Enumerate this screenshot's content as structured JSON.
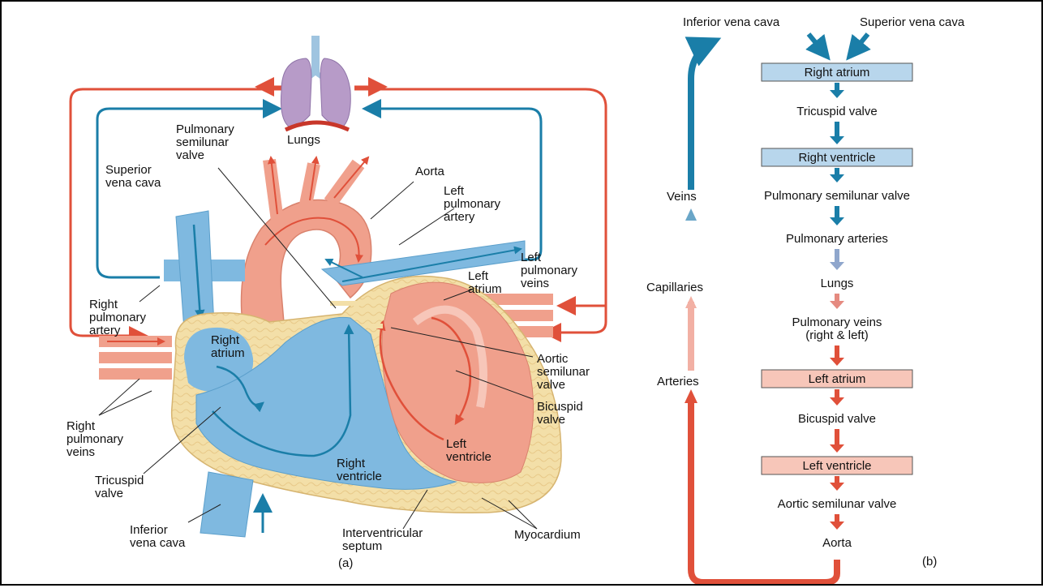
{
  "panel_a": {
    "caption": "(a)",
    "labels": {
      "lungs": "Lungs",
      "pulmonary_semilunar_valve": [
        "Pulmonary",
        "semilunar",
        "valve"
      ],
      "superior_vena_cava": [
        "Superior",
        "vena cava"
      ],
      "aorta": "Aorta",
      "left_pulmonary_artery": [
        "Left",
        "pulmonary",
        "artery"
      ],
      "left_pulmonary_veins": [
        "Left",
        "pulmonary",
        "veins"
      ],
      "left_atrium": [
        "Left",
        "atrium"
      ],
      "right_pulmonary_artery": [
        "Right",
        "pulmonary",
        "artery"
      ],
      "right_atrium": [
        "Right",
        "atrium"
      ],
      "aortic_semilunar_valve": [
        "Aortic",
        "semilunar",
        "valve"
      ],
      "bicuspid_valve": [
        "Bicuspid",
        "valve"
      ],
      "right_pulmonary_veins": [
        "Right",
        "pulmonary",
        "veins"
      ],
      "left_ventricle": [
        "Left",
        "ventricle"
      ],
      "tricuspid_valve": [
        "Tricuspid",
        "valve"
      ],
      "right_ventricle": [
        "Right",
        "ventricle"
      ],
      "inferior_vena_cava": [
        "Inferior",
        "vena cava"
      ],
      "interventricular_septum": [
        "Interventricular",
        "septum"
      ],
      "myocardium": "Myocardium"
    }
  },
  "panel_b": {
    "caption": "(b)",
    "top_left": "Inferior vena cava",
    "top_right": "Superior vena cava",
    "side_labels": {
      "veins": "Veins",
      "capillaries": "Capillaries",
      "arteries": "Arteries"
    },
    "flow": [
      {
        "text": "Right atrium",
        "boxed": true,
        "side": "right"
      },
      {
        "text": "Tricuspid valve",
        "boxed": false,
        "side": "right"
      },
      {
        "text": "Right ventricle",
        "boxed": true,
        "side": "right"
      },
      {
        "text": "Pulmonary semilunar valve",
        "boxed": false,
        "side": "right"
      },
      {
        "text": "Pulmonary arteries",
        "boxed": false,
        "side": "right"
      },
      {
        "text": "Lungs",
        "boxed": false,
        "side": "mid"
      },
      {
        "text": [
          "Pulmonary veins",
          "(right & left)"
        ],
        "boxed": false,
        "side": "left"
      },
      {
        "text": "Left atrium",
        "boxed": true,
        "side": "left"
      },
      {
        "text": "Bicuspid valve",
        "boxed": false,
        "side": "left"
      },
      {
        "text": "Left ventricle",
        "boxed": true,
        "side": "left"
      },
      {
        "text": "Aortic semilunar valve",
        "boxed": false,
        "side": "left"
      },
      {
        "text": "Aorta",
        "boxed": false,
        "side": "left"
      }
    ]
  },
  "colors": {
    "blue": "#1a7ea8",
    "red": "#e0503a",
    "blue_box": "#b8d6ec",
    "red_box": "#f7c6b9",
    "blood_blue": "#7fb9e0",
    "blood_red": "#f0a08c",
    "myocardium": "#f3dfa8",
    "lungs": "#b79bc8"
  }
}
